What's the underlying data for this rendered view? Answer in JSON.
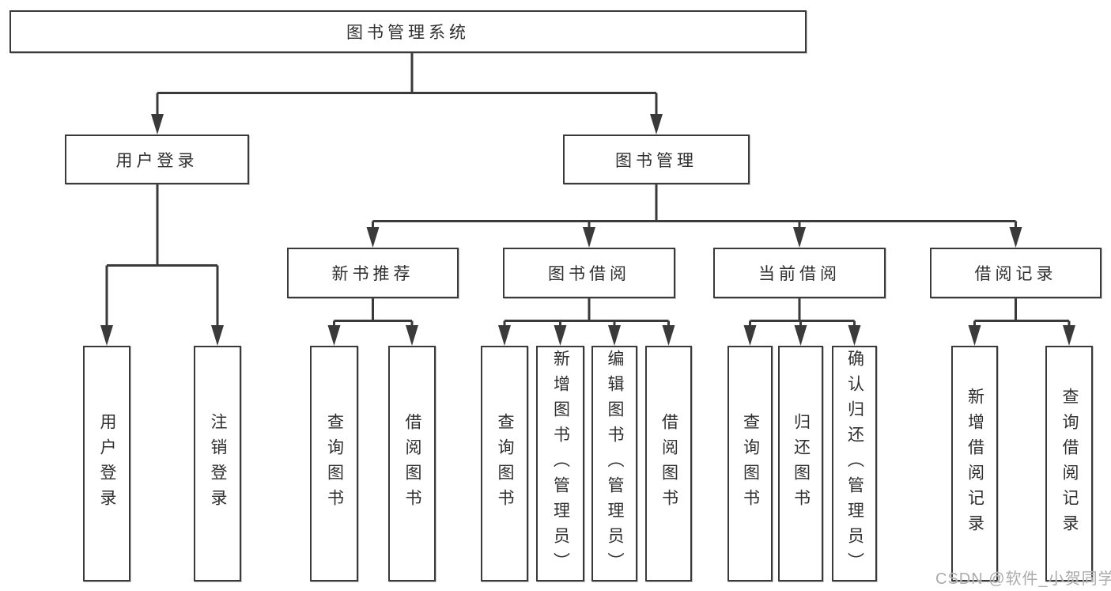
{
  "diagram": {
    "nodes": {
      "root": "图书管理系统",
      "user_login": "用户登录",
      "book_mgmt": "图书管理",
      "new_book_rec": "新书推荐",
      "book_borrow": "图书借阅",
      "current_borrow": "当前借阅",
      "borrow_records": "借阅记录",
      "leaf_user_login": "用户登录",
      "leaf_logout": "注销登录",
      "leaf_rec_query_book": "查询图书",
      "leaf_rec_borrow_book": "借阅图书",
      "leaf_bb_query_book": "查询图书",
      "leaf_bb_add_book": "新增图书（管理员）",
      "leaf_bb_edit_book": "编辑图书（管理员）",
      "leaf_bb_borrow_book": "借阅图书",
      "leaf_cb_query_book": "查询图书",
      "leaf_cb_return_book": "归还图书",
      "leaf_cb_confirm_return": "确认归还（管理员）",
      "leaf_br_add_record": "新增借阅记录",
      "leaf_br_query_record": "查询借阅记录"
    },
    "colors": {
      "line": "#3a3a3a",
      "box_border": "#3a3a3a",
      "text": "#2f2f2f",
      "watermark": "#ababab",
      "background": "#ffffff"
    }
  },
  "watermark": "CSDN @软件_小贺同学"
}
